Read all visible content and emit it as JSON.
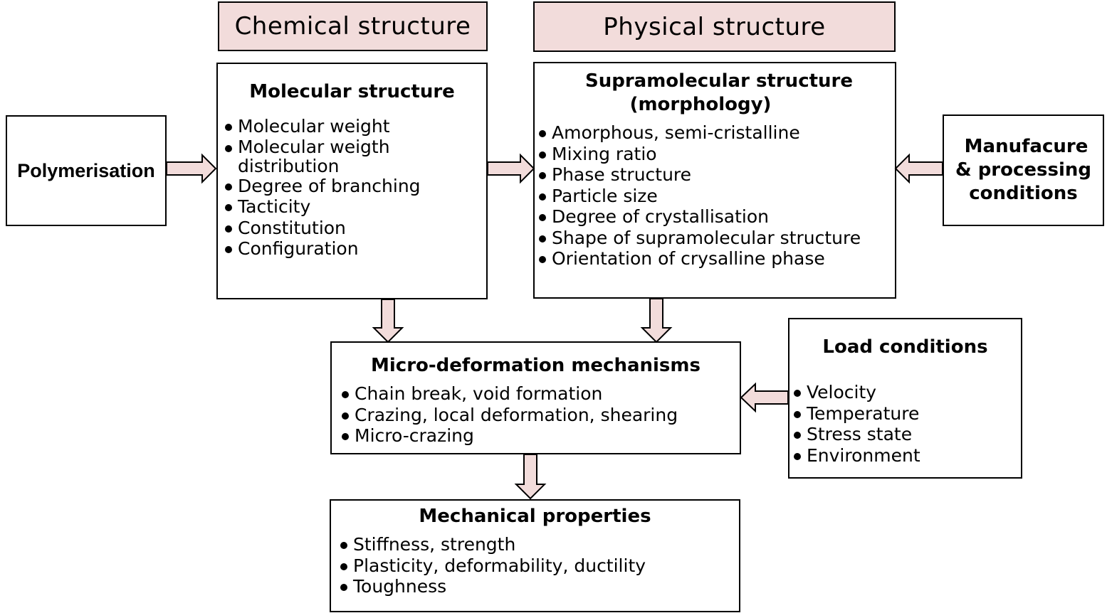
{
  "headers": {
    "chemical": "Chemical structure",
    "physical": "Physical structure"
  },
  "polymerisation": {
    "label": "Polymerisation"
  },
  "molecular": {
    "title": "Molecular structure",
    "items": [
      "Molecular weight",
      "Molecular weigth distribution",
      "Degree of branching",
      "Tacticity",
      "Constitution",
      "Configuration"
    ]
  },
  "supramolecular": {
    "title_line1": "Supramolecular structure",
    "title_line2": "(morphology)",
    "items": [
      "Amorphous, semi-cristalline",
      "Mixing ratio",
      "Phase structure",
      "Particle size",
      "Degree of crystallisation",
      "Shape of supramolecular structure",
      "Orientation of crysalline phase"
    ]
  },
  "manufacture": {
    "line1": "Manufacure",
    "line2": "& processing",
    "line3": "conditions"
  },
  "micro": {
    "title": "Micro-deformation mechanisms",
    "items": [
      "Chain break, void formation",
      "Crazing, local deformation, shearing",
      "Micro-crazing"
    ]
  },
  "load": {
    "title": "Load conditions",
    "items": [
      "Velocity",
      "Temperature",
      "Stress state",
      "Environment"
    ]
  },
  "mechanical": {
    "title": "Mechanical properties",
    "items": [
      "Stiffness, strength",
      "Plasticity, deformability, ductility",
      "Toughness"
    ]
  },
  "colors": {
    "header_fill": "#f2dcdb",
    "arrow_fill": "#f2dcdb",
    "stroke": "#000000"
  }
}
